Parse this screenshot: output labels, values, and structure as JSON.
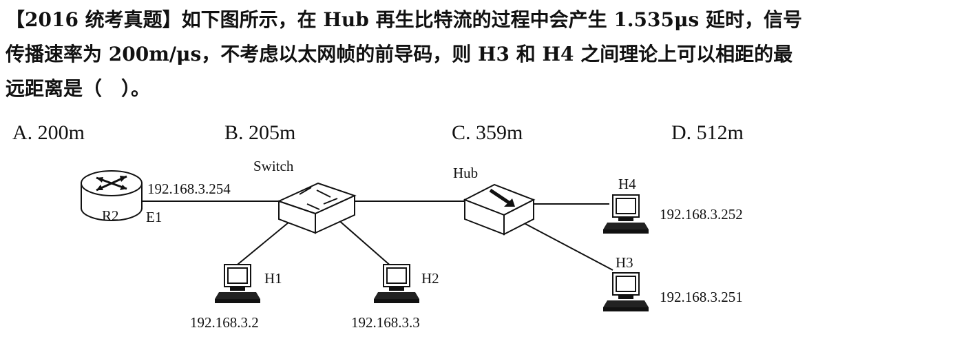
{
  "question": {
    "line1": "【2016 统考真题】如下图所示，在 Hub 再生比特流的过程中会产生 1.535μs 延时，信号",
    "line2": "传播速率为 200m/μs，不考虑以太网帧的前导码，则 H3 和 H4 之间理论上可以相距的最",
    "line3": "远距离是（　）。"
  },
  "options": {
    "a": "A.  200m",
    "b": "B.  205m",
    "c": "C.  359m",
    "d": "D.  512m"
  },
  "diagram": {
    "router_name": "R2",
    "router_port": "E1",
    "router_ip": "192.168.3.254",
    "switch_label": "Switch",
    "hub_label": "Hub",
    "h1_label": "H1",
    "h1_ip": "192.168.3.2",
    "h2_label": "H2",
    "h2_ip": "192.168.3.3",
    "h3_label": "H3",
    "h3_ip": "192.168.3.251",
    "h4_label": "H4",
    "h4_ip": "192.168.3.252"
  }
}
